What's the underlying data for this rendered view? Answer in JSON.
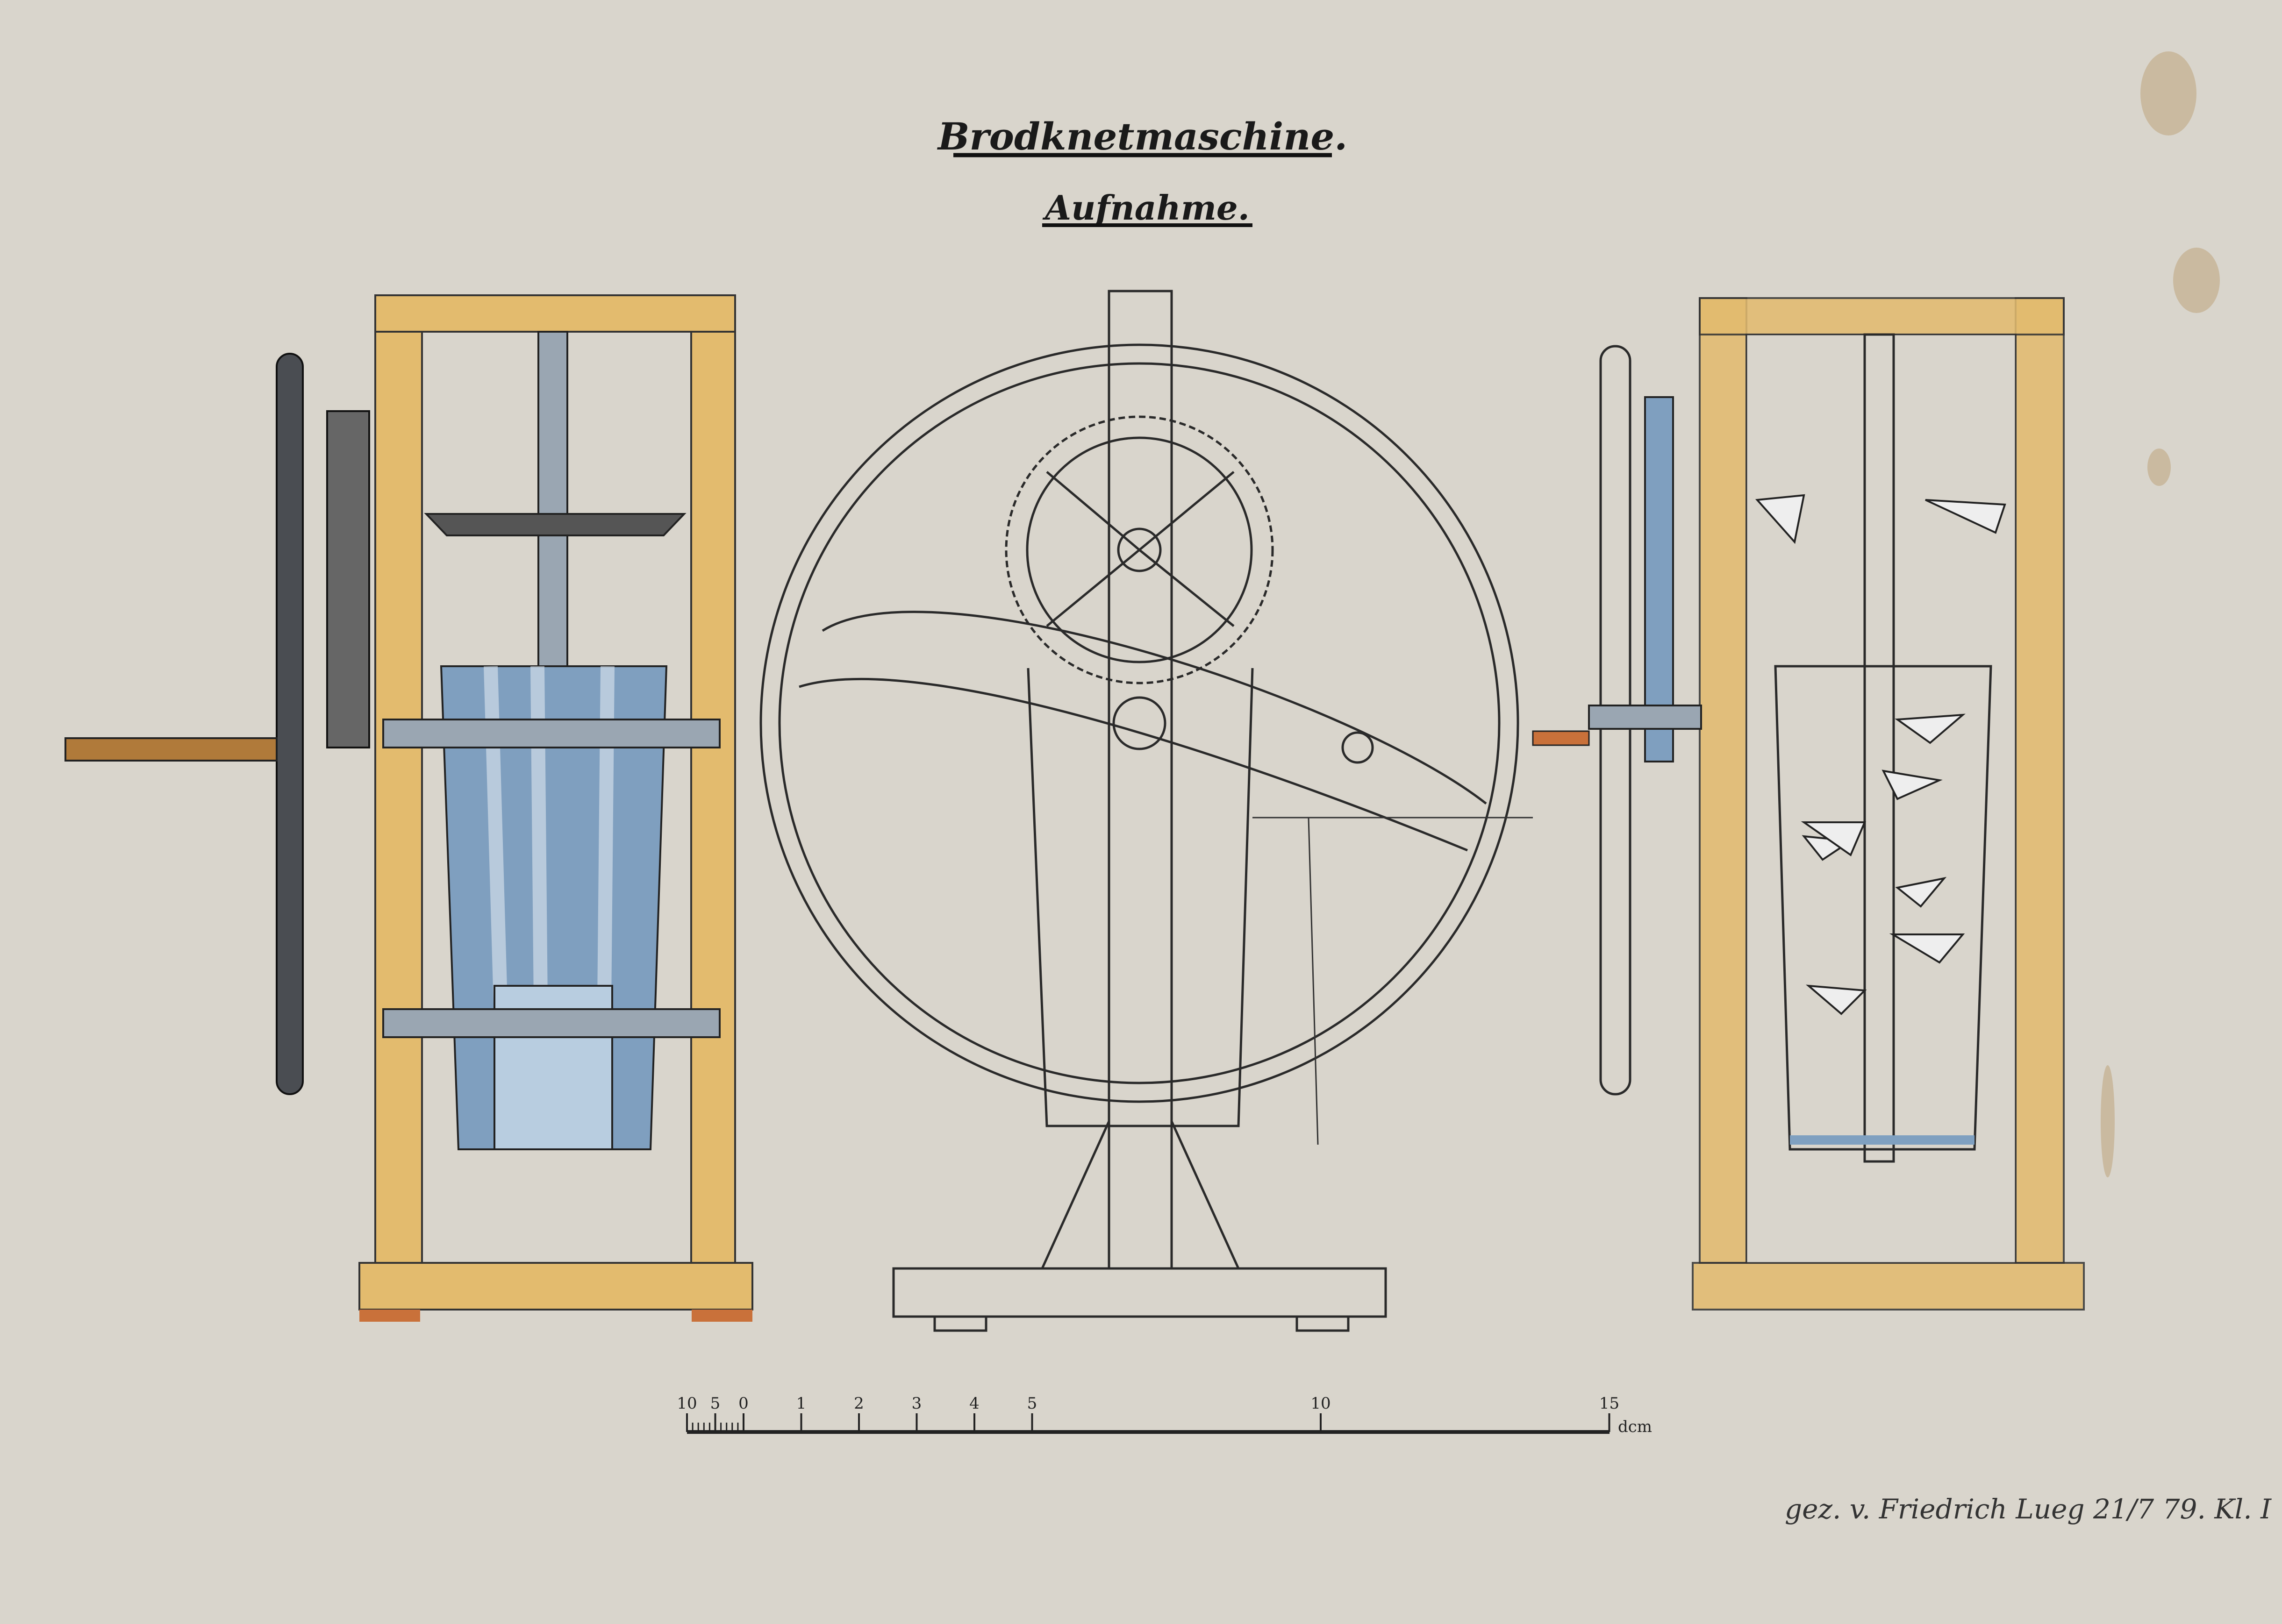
{
  "drawing": {
    "title": "Brodknetmaschine.",
    "subtitle": "Aufnahme.",
    "views": [
      "side-view-colored",
      "front-view-flywheel",
      "section-view"
    ],
    "colors": {
      "paper": "#d9d5cc",
      "wood": "#e3bb6e",
      "steel": "#9aa6b2",
      "bucket": "#7f9fbf",
      "ink": "#2a2a2a"
    }
  },
  "scale_bar": {
    "labels": [
      {
        "text": "10",
        "value": -1
      },
      {
        "text": "5",
        "value": -0.5
      },
      {
        "text": "0",
        "value": 0
      },
      {
        "text": "1",
        "value": 1
      },
      {
        "text": "2",
        "value": 2
      },
      {
        "text": "3",
        "value": 3
      },
      {
        "text": "4",
        "value": 4
      },
      {
        "text": "5",
        "value": 5
      },
      {
        "text": "10",
        "value": 10
      },
      {
        "text": "15",
        "value": 15
      }
    ],
    "unit": "dcm"
  },
  "signature": "gez. v. Friedrich Lueg 21/7 79. Kl. I"
}
